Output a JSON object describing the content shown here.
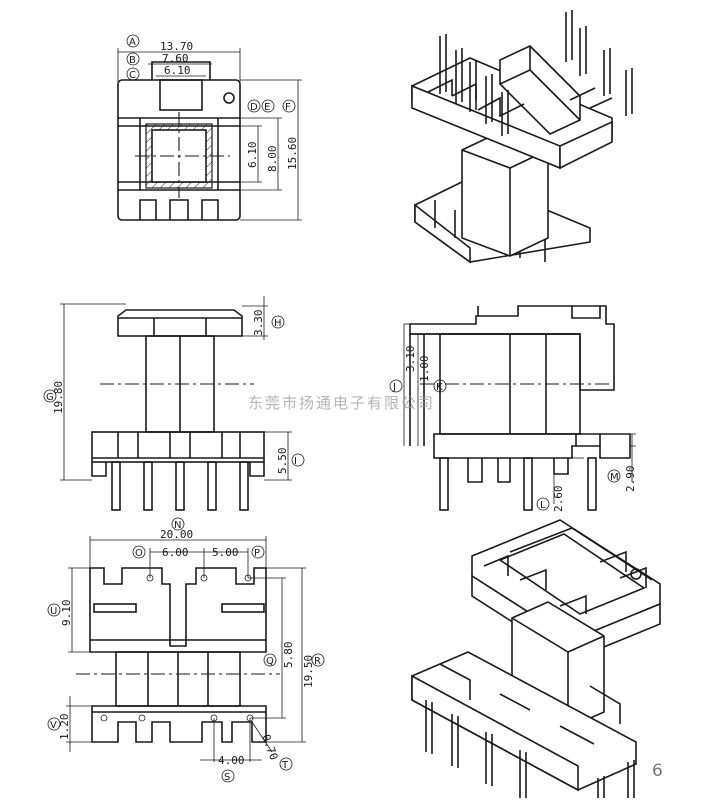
{
  "top_view": {
    "labels": [
      "A",
      "B",
      "C",
      "D",
      "E",
      "F"
    ],
    "dims": [
      "13.70",
      "7.60",
      "6.10",
      "6.10",
      "8.00",
      "15.60"
    ]
  },
  "side_view": {
    "labels": [
      "G",
      "H",
      "I"
    ],
    "dims": [
      "19.80",
      "3.30",
      "5.50"
    ]
  },
  "front_view": {
    "labels": [
      "J",
      "K",
      "L",
      "M"
    ],
    "dims": [
      "3.10",
      "1.00",
      "2.60",
      "2.90"
    ]
  },
  "bottom_view": {
    "labels": [
      "N",
      "O",
      "P",
      "Q",
      "R",
      "S",
      "T",
      "U",
      "V"
    ],
    "dims": [
      "20.00",
      "6.00",
      "5.00",
      "5.80",
      "19.50",
      "4.00",
      "0.70",
      "9.10",
      "1.20"
    ]
  },
  "watermark": "东莞市扬通电子有限公司",
  "page_number": "6"
}
